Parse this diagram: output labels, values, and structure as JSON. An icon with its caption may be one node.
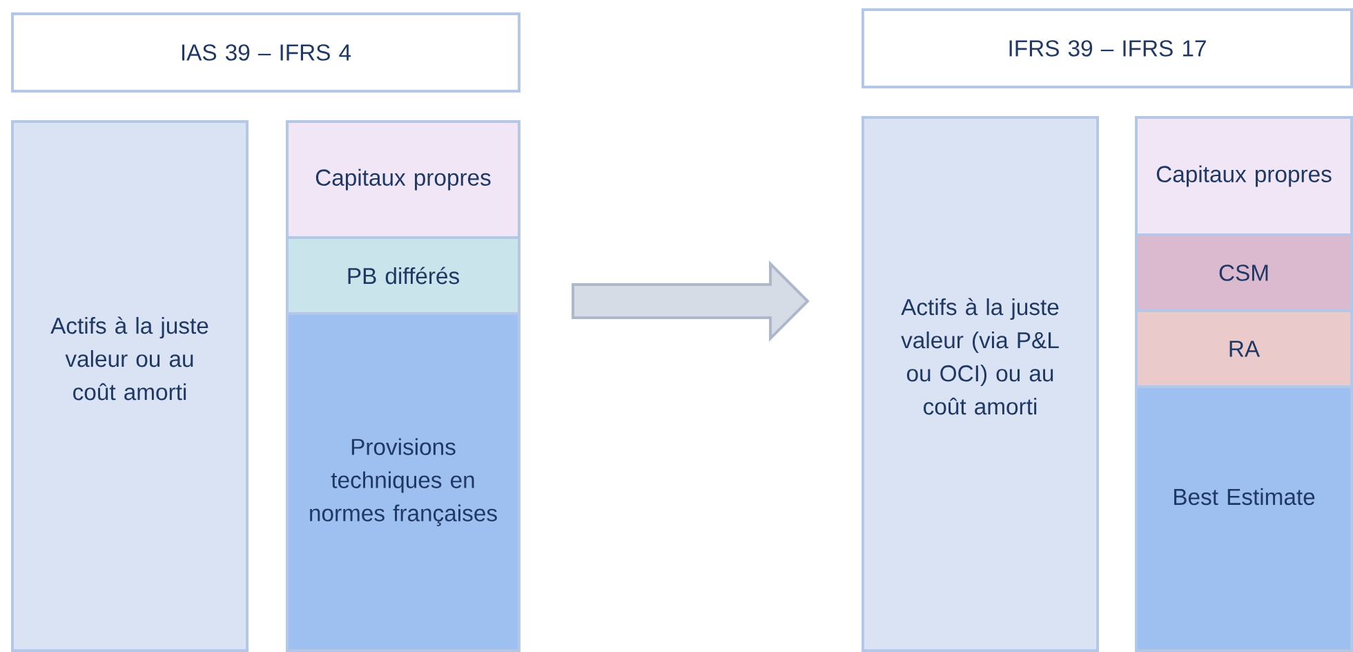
{
  "diagram": {
    "nodes": [
      {
        "text": [
          "IAS 39 – IFRS 4"
        ]
      },
      {
        "text": [
          "Actifs à la juste valeur ou au coût amorti"
        ]
      },
      {
        "text": [
          "Capitaux propres"
        ]
      },
      {
        "text": [
          "PB différés"
        ]
      },
      {
        "text": [
          "Provisions techniques en normes françaises"
        ]
      },
      {
        "text": [
          "IFRS 39 – IFRS 17"
        ]
      },
      {
        "text": [
          "Actifs à la juste valeur (via P&L ou OCI) ou au coût amorti"
        ]
      },
      {
        "text": [
          "Capitaux propres"
        ]
      },
      {
        "text": [
          "CSM"
        ]
      },
      {
        "text": [
          "RA"
        ]
      },
      {
        "text": [
          "Best Estimate"
        ]
      }
    ],
    "edges": [
      {
        "from": 4,
        "to": 6,
        "arrow": "to"
      }
    ]
  }
}
